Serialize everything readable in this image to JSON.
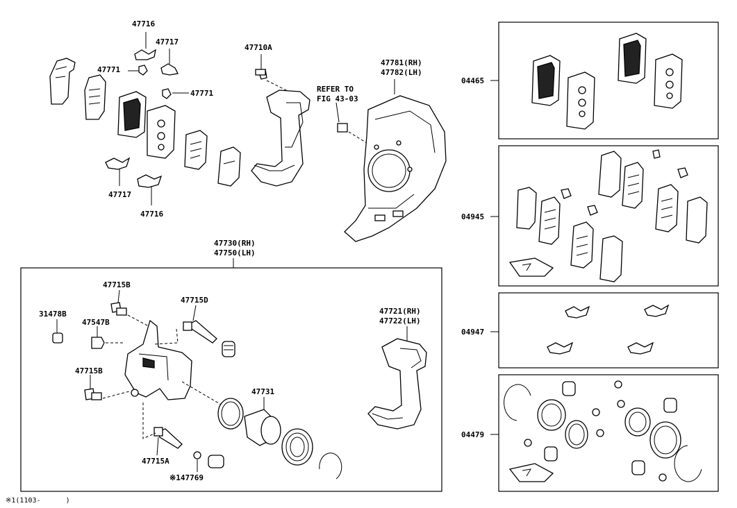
{
  "labels": {
    "p47716_top": "47716",
    "p47717_top": "47717",
    "p47771_left": "47771",
    "p47771_right": "47771",
    "p47717_bottom": "47717",
    "p47716_bottom": "47716",
    "p47710A": "47710A",
    "refer_line1": "REFER TO",
    "refer_line2": "FIG 43-03",
    "p47781": "47781(RH)",
    "p47782": "47782(LH)",
    "p47730": "47730(RH)",
    "p47750": "47750(LH)",
    "p47715B_top": "47715B",
    "p31478B": "31478B",
    "p47547B": "47547B",
    "p47715D": "47715D",
    "p47715B_bottom": "47715B",
    "p47715A": "47715A",
    "p47769": "※147769",
    "p47731": "47731",
    "p47721": "47721(RH)",
    "p47722": "47722(LH)",
    "kit_04465": "04465",
    "kit_04945": "04945",
    "kit_04947": "04947",
    "kit_04479": "04479"
  },
  "footnote": "※1(1103-      )"
}
